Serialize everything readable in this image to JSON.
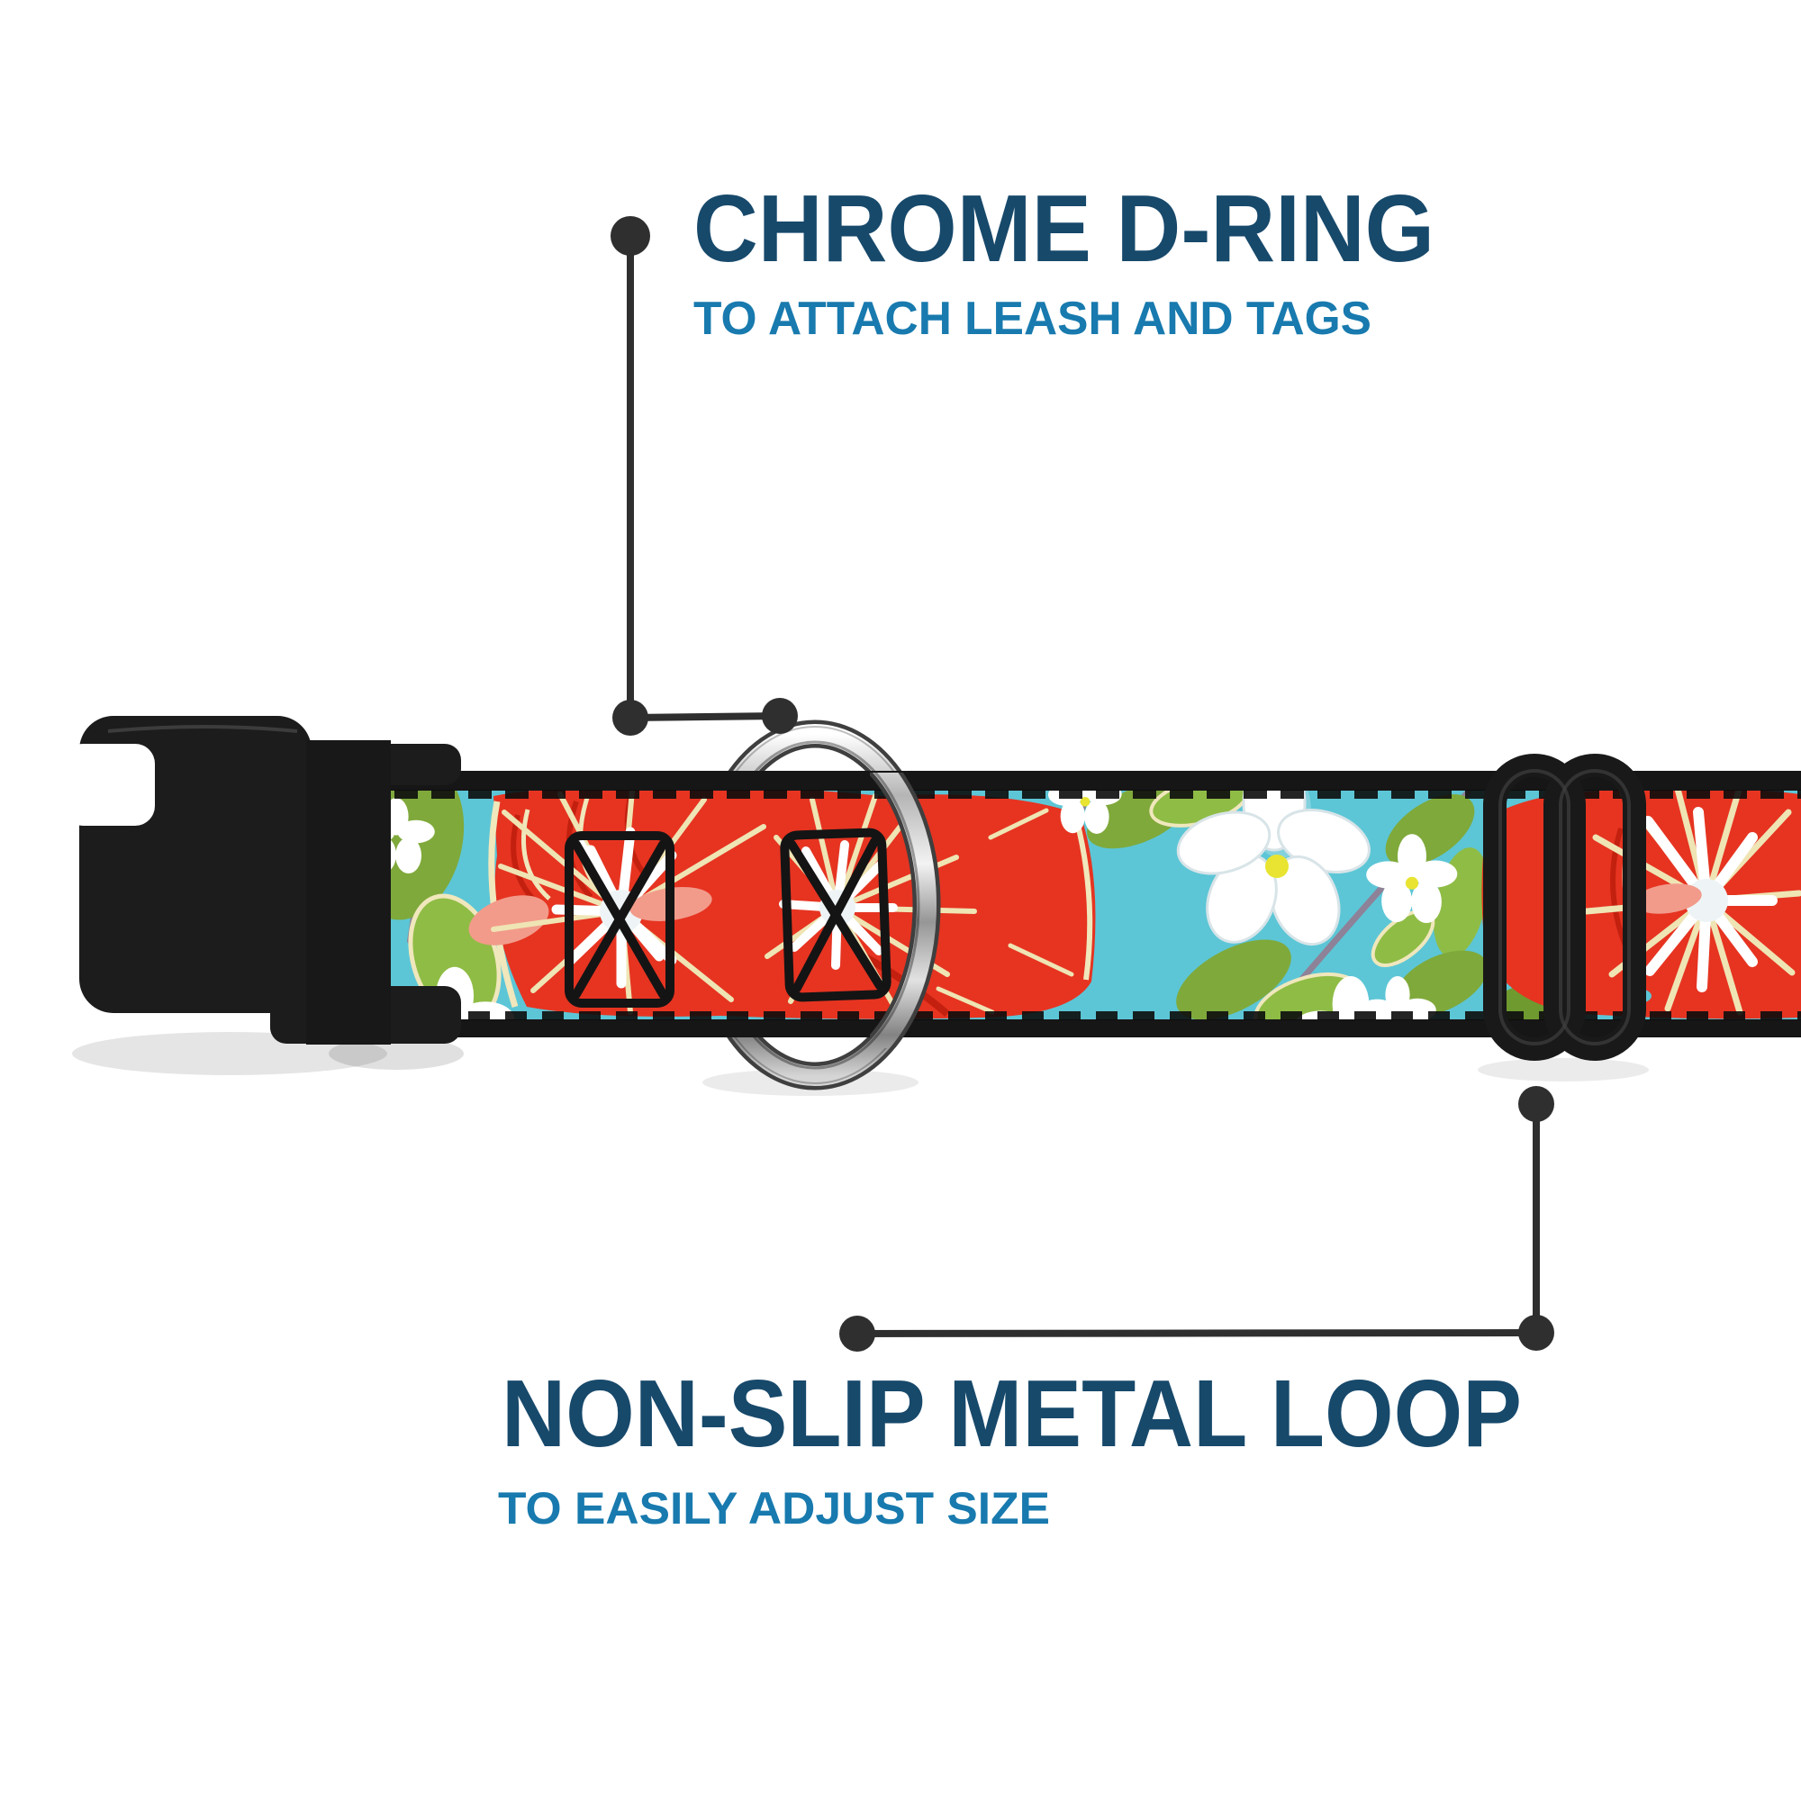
{
  "annotations": {
    "d_ring": {
      "title": "CHROME D-RING",
      "subtitle": "TO ATTACH LEASH AND TAGS"
    },
    "metal_loop": {
      "title": "NON-SLIP METAL LOOP",
      "subtitle": "TO EASILY ADJUST SIZE"
    }
  },
  "palette": {
    "title_navy": "#17496b",
    "subtitle_blue": "#187aae",
    "callout_gray": "#2f2f2f",
    "collar_teal": "#5cc6d6",
    "hibiscus_red": "#e63421",
    "hibiscus_dark_red": "#c3200f",
    "leaf_green": "#7fa93b",
    "leaf_bright_green": "#8fbc45",
    "cream": "#f0e7bc",
    "salmon": "#f29b8b",
    "flower_white": "#ffffff",
    "flower_yellow": "#e8e431",
    "stem_purple": "#8d8298",
    "hardware_black": "#1c1c1c",
    "chrome_silver": "#c9c9c9"
  }
}
